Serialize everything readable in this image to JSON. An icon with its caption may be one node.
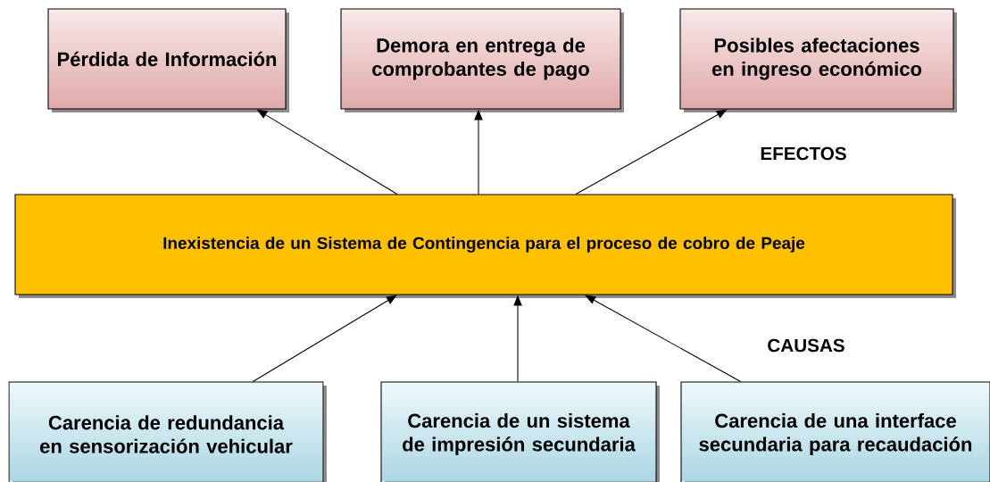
{
  "diagram": {
    "nodes": [
      {
        "text": [
          "Pérdida de Información"
        ]
      },
      {
        "text": [
          "Demora en entrega de comprobantes de pago"
        ]
      },
      {
        "text": [
          "Posibles afectaciones en ingreso económico"
        ]
      },
      {
        "text": [
          "Inexistencia de un Sistema de Contingencia para el proceso de cobro de Peaje"
        ]
      },
      {
        "text": [
          "Carencia de redundancia en sensorización vehicular"
        ]
      },
      {
        "text": [
          "Carencia de un sistema de impresión secundaria"
        ]
      },
      {
        "text": [
          "Carencia de una interface secundaria para recaudación"
        ]
      }
    ],
    "edges": [
      {
        "from": 3,
        "to": 0,
        "arrow": "to"
      },
      {
        "from": 3,
        "to": 1,
        "arrow": "to"
      },
      {
        "from": 3,
        "to": 2,
        "arrow": "to"
      },
      {
        "from": 4,
        "to": 3,
        "arrow": "to"
      },
      {
        "from": 5,
        "to": 3,
        "arrow": "to"
      },
      {
        "from": 6,
        "to": 3,
        "arrow": "to"
      }
    ],
    "labels": [
      "EFECTOS",
      "CAUSAS"
    ]
  }
}
